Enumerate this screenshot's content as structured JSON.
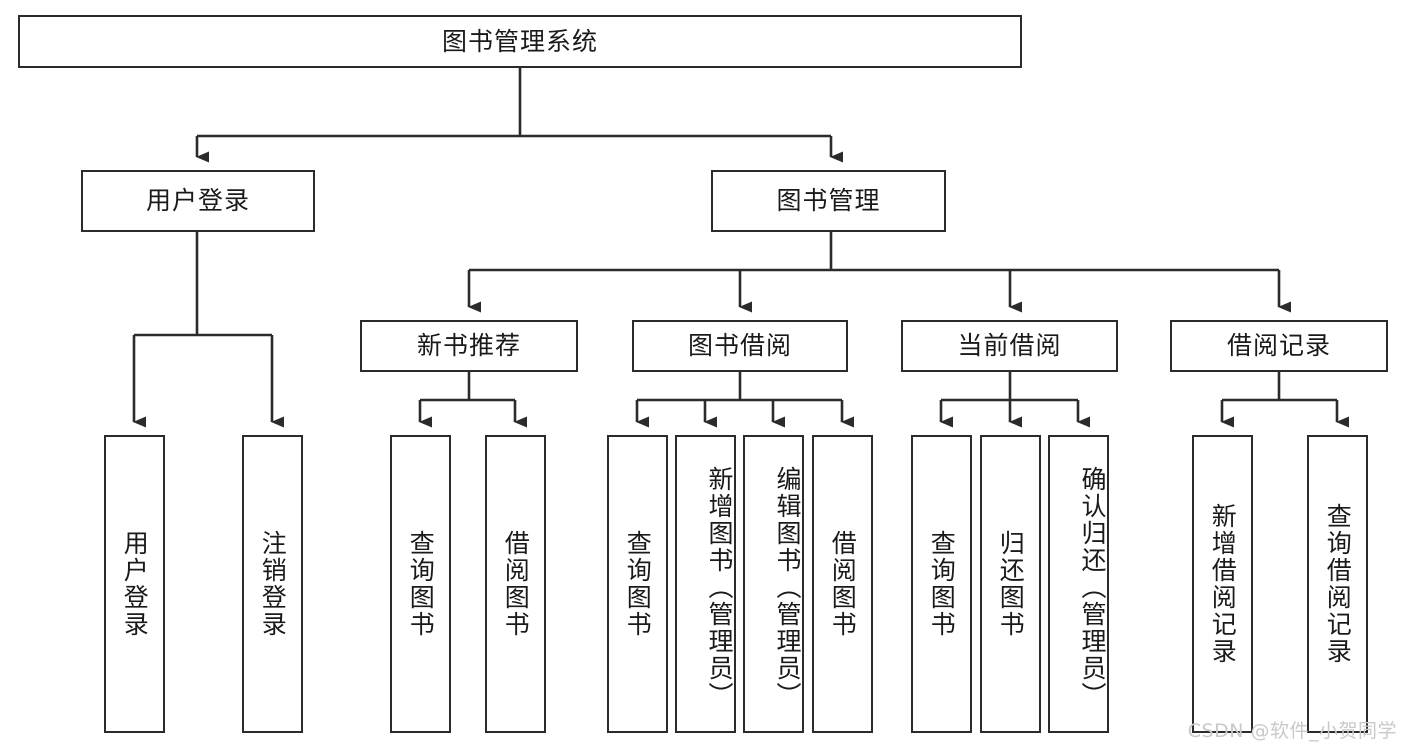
{
  "diagram": {
    "type": "tree-hierarchy-chart",
    "title": "图书管理系统",
    "watermark": "CSDN @软件_小贺同学",
    "colors": {
      "stroke": "#2b2b2b",
      "box_fill": "#ffffff",
      "text": "#1a1a1a",
      "watermark": "#c9c9c9",
      "background": "#ffffff"
    },
    "levels": {
      "root": {
        "label": "图书管理系统"
      },
      "level2": [
        {
          "id": "user-login",
          "label": "用户登录"
        },
        {
          "id": "book-manage",
          "label": "图书管理"
        }
      ],
      "level3": [
        {
          "id": "new-book-recommend",
          "label": "新书推荐"
        },
        {
          "id": "book-borrow",
          "label": "图书借阅"
        },
        {
          "id": "current-borrow",
          "label": "当前借阅"
        },
        {
          "id": "borrow-record",
          "label": "借阅记录"
        }
      ],
      "leaves": {
        "user-login": [
          {
            "id": "leaf-user-login",
            "label": "用户登录"
          },
          {
            "id": "leaf-logout-login",
            "label": "注销登录"
          }
        ],
        "new-book-recommend": [
          {
            "id": "leaf-query-book-1",
            "label": "查询图书"
          },
          {
            "id": "leaf-borrow-book-1",
            "label": "借阅图书"
          }
        ],
        "book-borrow": [
          {
            "id": "leaf-query-book-2",
            "label": "查询图书"
          },
          {
            "id": "leaf-add-book-admin",
            "label": "新增图书（管理员）"
          },
          {
            "id": "leaf-edit-book-admin",
            "label": "编辑图书（管理员）"
          },
          {
            "id": "leaf-borrow-book-2",
            "label": "借阅图书"
          }
        ],
        "current-borrow": [
          {
            "id": "leaf-query-book-3",
            "label": "查询图书"
          },
          {
            "id": "leaf-return-book",
            "label": "归还图书"
          },
          {
            "id": "leaf-confirm-return-admin",
            "label": "确认归还（管理员）"
          }
        ],
        "borrow-record": [
          {
            "id": "leaf-add-borrow-record",
            "label": "新增借阅记录"
          },
          {
            "id": "leaf-query-borrow-record",
            "label": "查询借阅记录"
          }
        ]
      }
    }
  }
}
